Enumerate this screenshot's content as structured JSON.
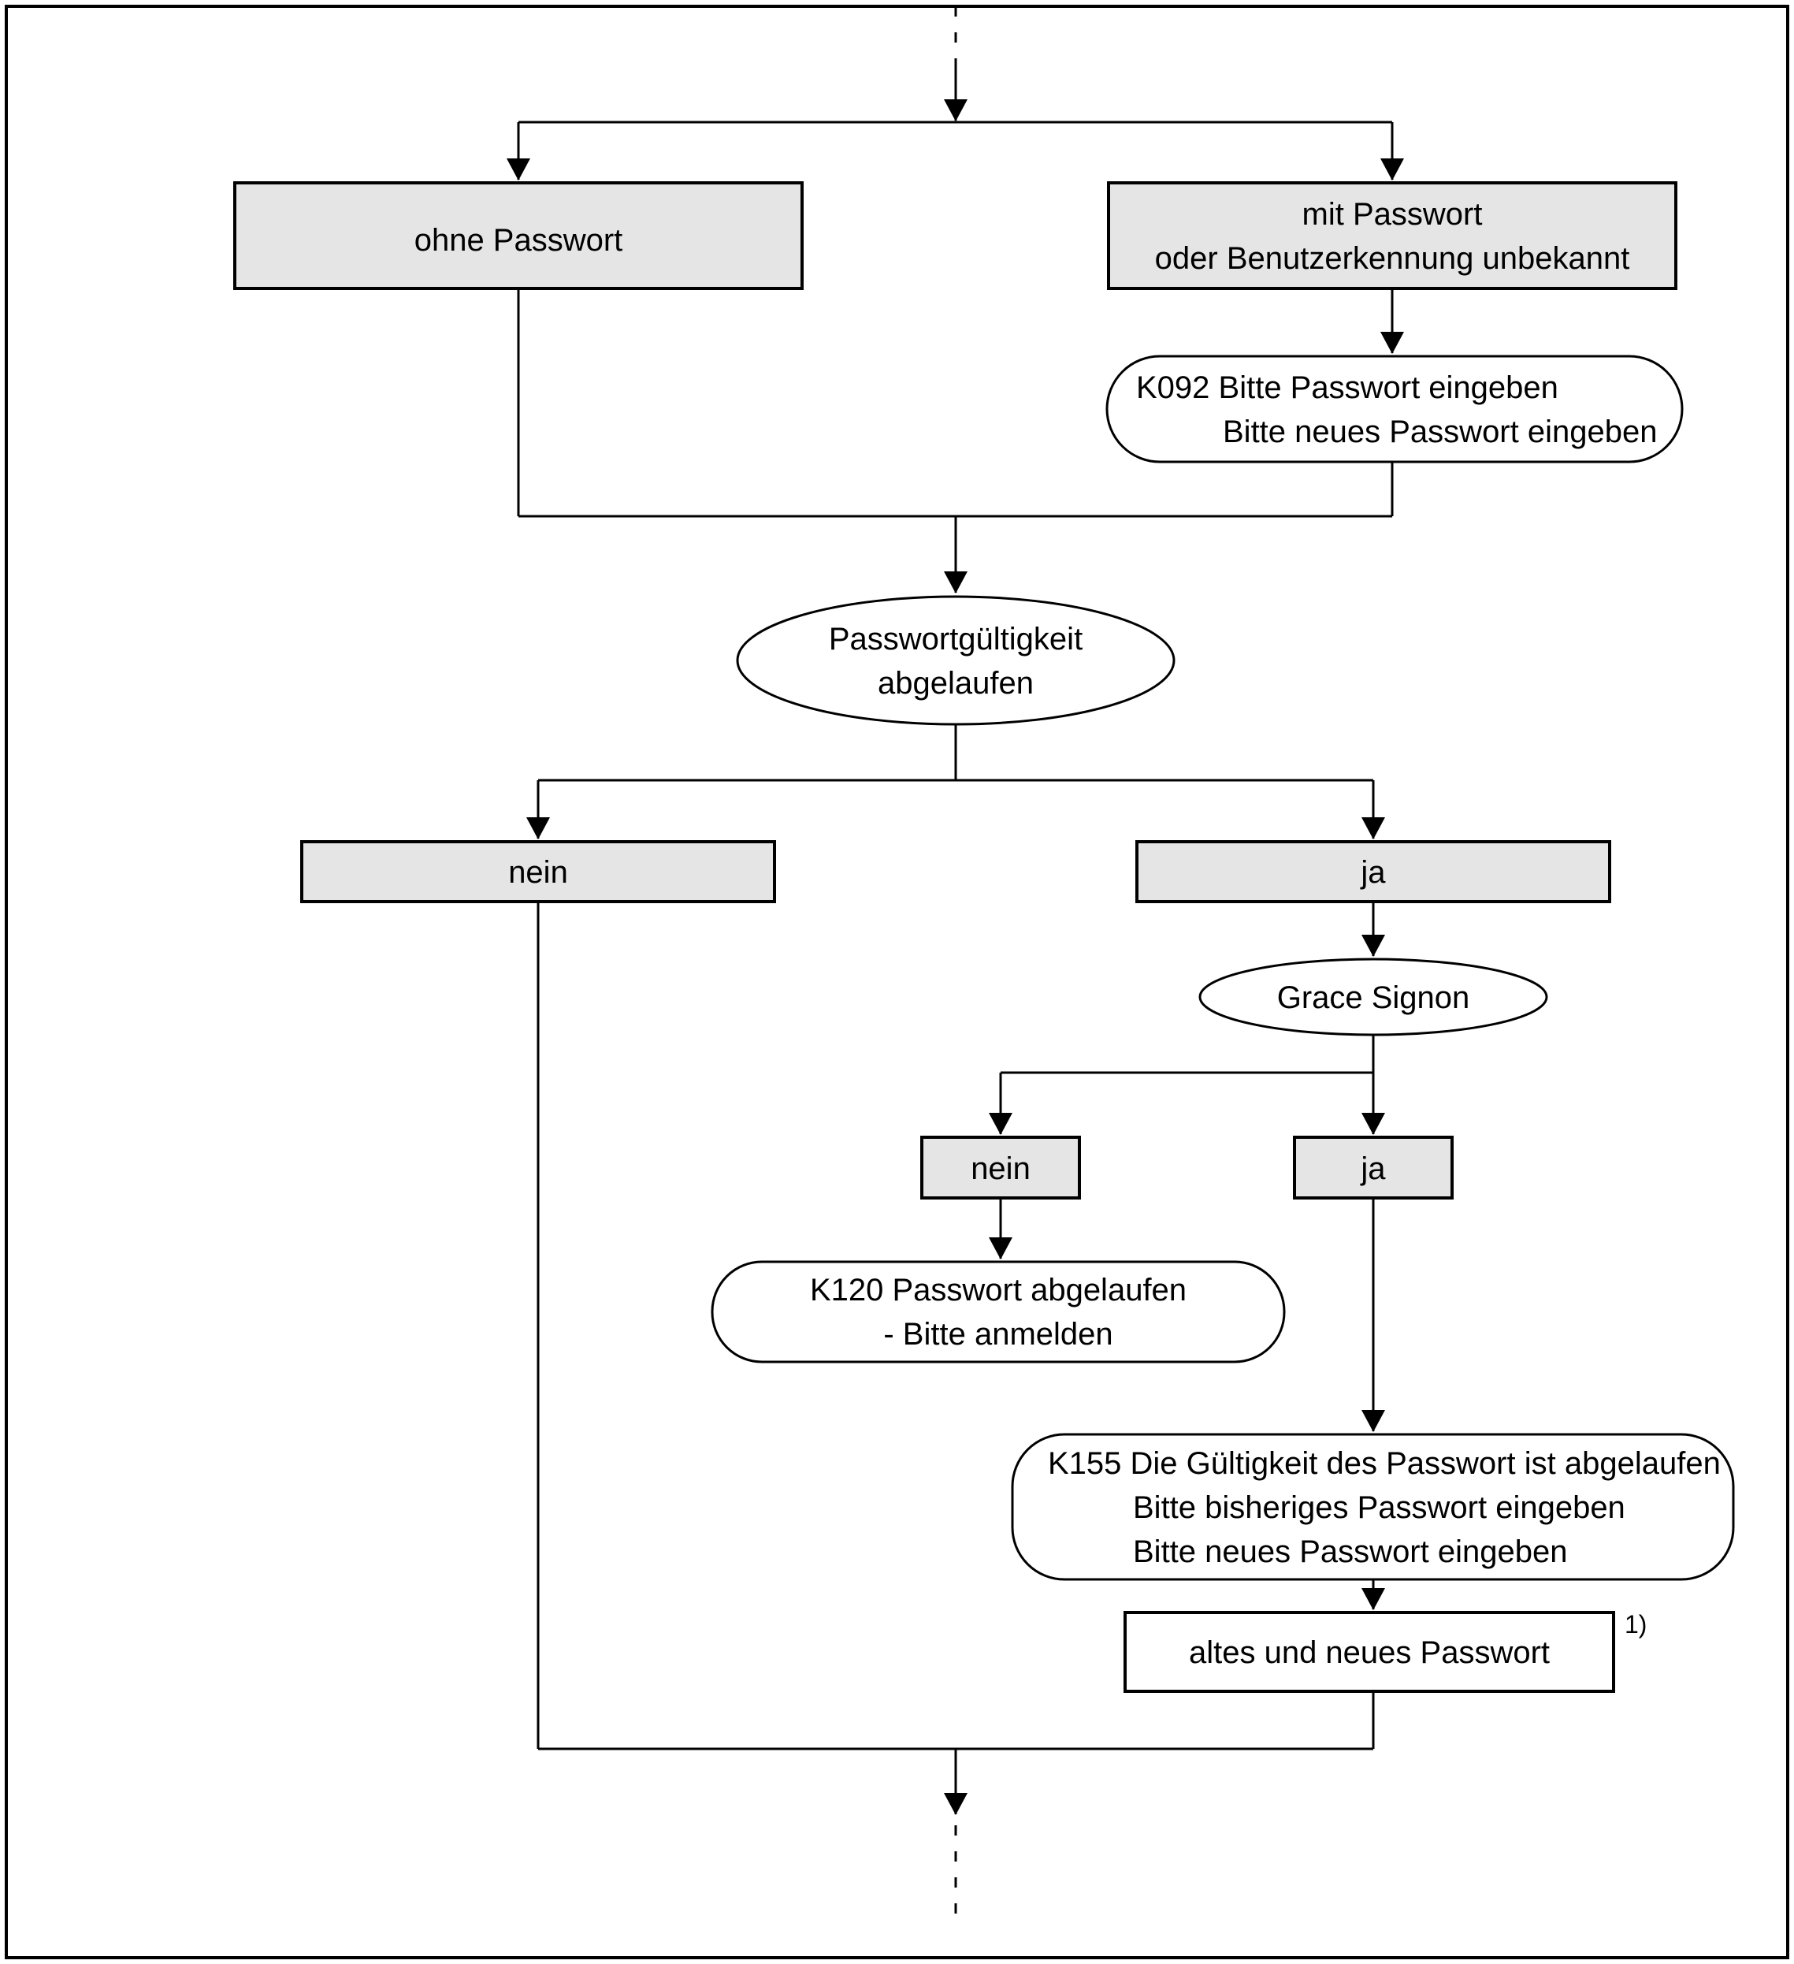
{
  "colors": {
    "background": "#ffffff",
    "line": "#000000",
    "text": "#000000",
    "box_fill": "#e5e5e5",
    "node_fill": "#ffffff"
  },
  "nodes": {
    "ohne_passwort": {
      "label": "ohne Passwort"
    },
    "mit_passwort": {
      "line1": "mit Passwort",
      "line2": "oder Benutzerkennung unbekannt"
    },
    "k092": {
      "line1": "K092 Bitte Passwort eingeben",
      "line2": "Bitte neues Passwort eingeben"
    },
    "passwortgueltigkeit": {
      "line1": "Passwortgültigkeit",
      "line2": "abgelaufen"
    },
    "gueltigkeit_nein": {
      "label": "nein"
    },
    "gueltigkeit_ja": {
      "label": "ja"
    },
    "grace_signon": {
      "label": "Grace Signon"
    },
    "grace_nein": {
      "label": "nein"
    },
    "grace_ja": {
      "label": "ja"
    },
    "k120": {
      "line1": "K120 Passwort abgelaufen",
      "line2": "- Bitte anmelden"
    },
    "k155": {
      "line1": "K155 Die Gültigkeit des Passwort ist abgelaufen",
      "line2": "Bitte bisheriges Passwort eingeben",
      "line3": "Bitte neues Passwort eingeben"
    },
    "altes_neues_passwort": {
      "label": "altes und neues Passwort",
      "footnote": "1)"
    }
  }
}
